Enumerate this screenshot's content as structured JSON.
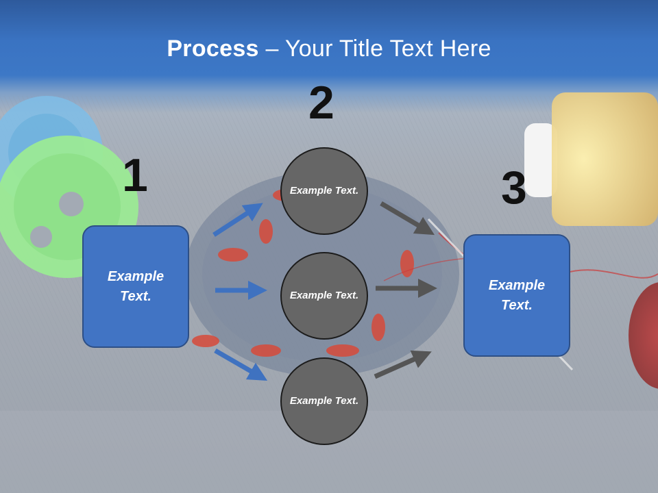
{
  "title": {
    "strong": "Process",
    "rest": " – Your Title Text Here"
  },
  "steps": [
    {
      "number": "1",
      "text": "Example Text."
    },
    {
      "number": "2",
      "text": "Example Text."
    },
    {
      "number": "3",
      "text": "Example Text."
    }
  ],
  "circles": [
    {
      "text": "Example Text."
    },
    {
      "text": "Example Text."
    },
    {
      "text": "Example Text."
    }
  ],
  "colors": {
    "box_fill": "#4174c4",
    "box_border": "#2d4f86",
    "circle_fill": "#666666",
    "arrow_blue": "#3f72c0",
    "arrow_gray": "#555555",
    "title_bar": "#3d78c6"
  }
}
